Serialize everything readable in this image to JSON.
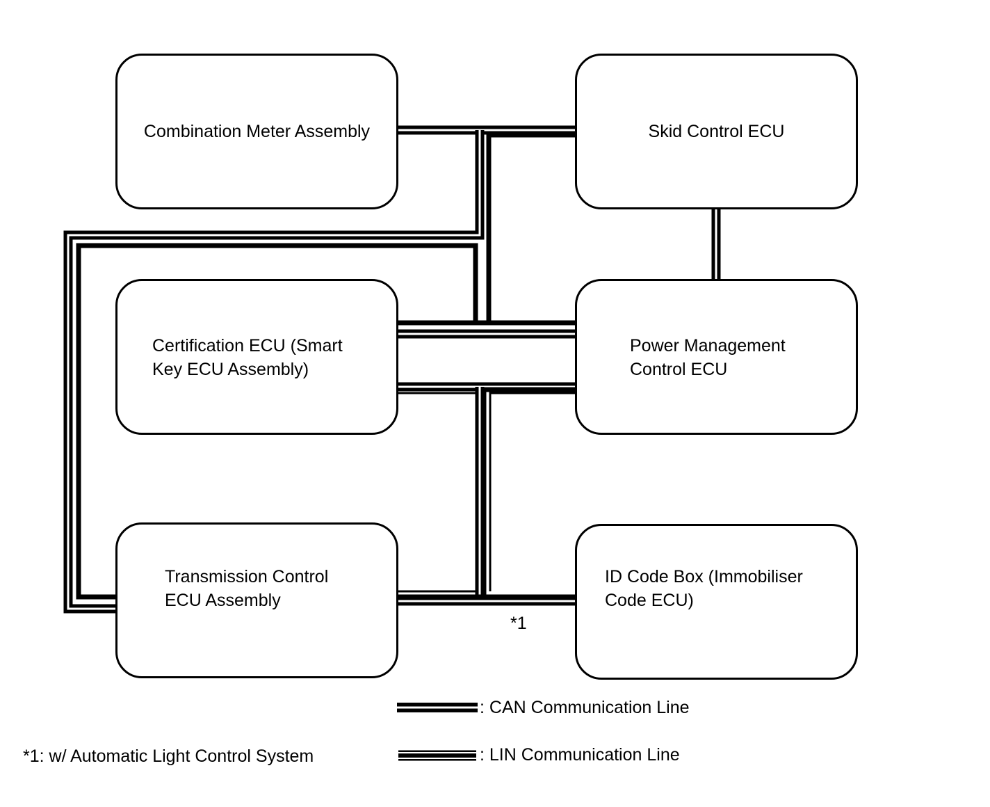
{
  "nodes": {
    "combination_meter": {
      "lines": [
        "Combination Meter Assembly"
      ]
    },
    "skid_control": {
      "lines": [
        "Skid Control ECU"
      ]
    },
    "certification": {
      "lines": [
        "Certification ECU (Smart",
        "Key ECU Assembly)"
      ]
    },
    "power_management": {
      "lines": [
        "Power Management",
        "Control ECU"
      ]
    },
    "transmission": {
      "lines": [
        "Transmission Control",
        "ECU Assembly"
      ]
    },
    "id_code_box": {
      "lines": [
        "ID Code Box (Immobiliser",
        "Code ECU)"
      ]
    }
  },
  "footnote_marker": "*1",
  "legend": {
    "can": ": CAN Communication Line",
    "lin": ": LIN Communication Line"
  },
  "footnote": "*1: w/ Automatic Light Control System"
}
